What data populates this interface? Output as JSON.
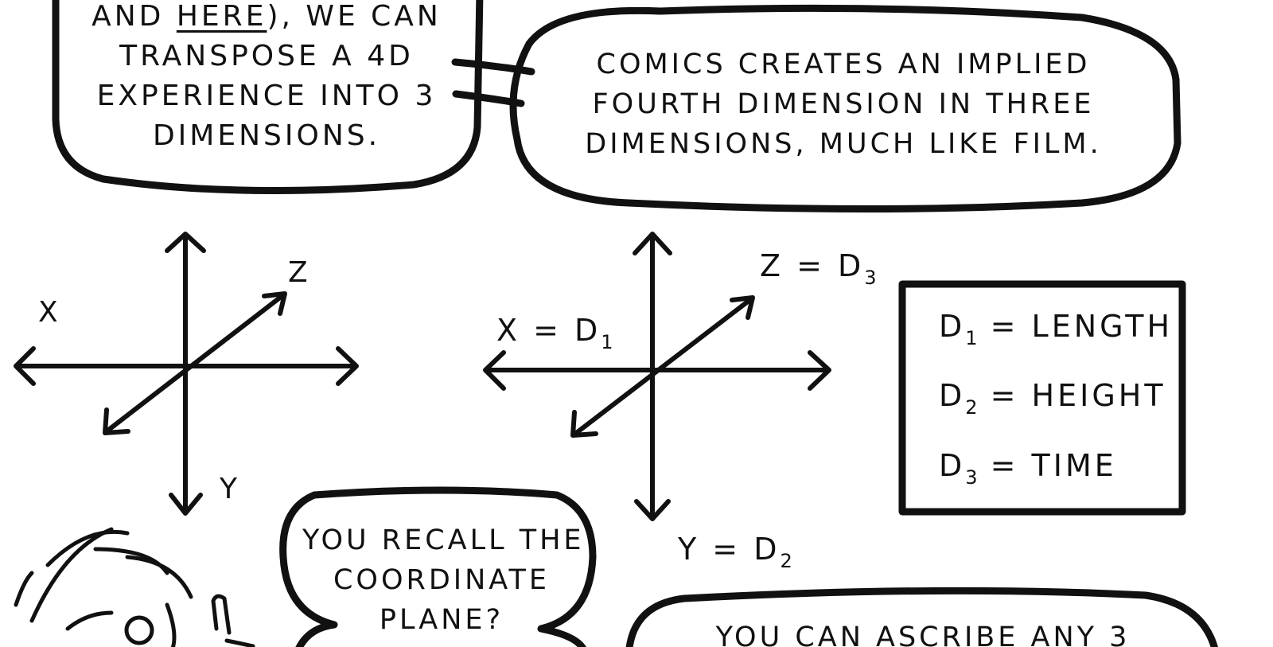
{
  "bubble_top_left": {
    "line1_and": "AND ",
    "line1_here": "HERE",
    "line1_rest": "), WE CAN",
    "line2": "TRANSPOSE A 4D",
    "line3": "EXPERIENCE INTO 3",
    "line4": "DIMENSIONS."
  },
  "bubble_top_right": {
    "line1": "COMICS CREATES AN IMPLIED",
    "line2": "FOURTH DIMENSION IN THREE",
    "line3": "DIMENSIONS, MUCH LIKE FILM."
  },
  "axes_left": {
    "x_label": "X",
    "y_label": "Y",
    "z_label": "Z"
  },
  "axes_right": {
    "x_label": "X = D",
    "x_sub": "1",
    "y_label": "Y = D",
    "y_sub": "2",
    "z_label": "Z = D",
    "z_sub": "3"
  },
  "legend_box": {
    "rows": [
      {
        "d": "D",
        "sub": "1",
        "value": "= LENGTH"
      },
      {
        "d": "D",
        "sub": "2",
        "value": "= HEIGHT"
      },
      {
        "d": "D",
        "sub": "3",
        "value": "= TIME"
      }
    ]
  },
  "bubble_middle": {
    "line1": "YOU RECALL THE",
    "line2": "COORDINATE",
    "line3": "PLANE?"
  },
  "bubble_bottom_right": {
    "line1": "YOU CAN ASCRIBE ANY 3"
  }
}
